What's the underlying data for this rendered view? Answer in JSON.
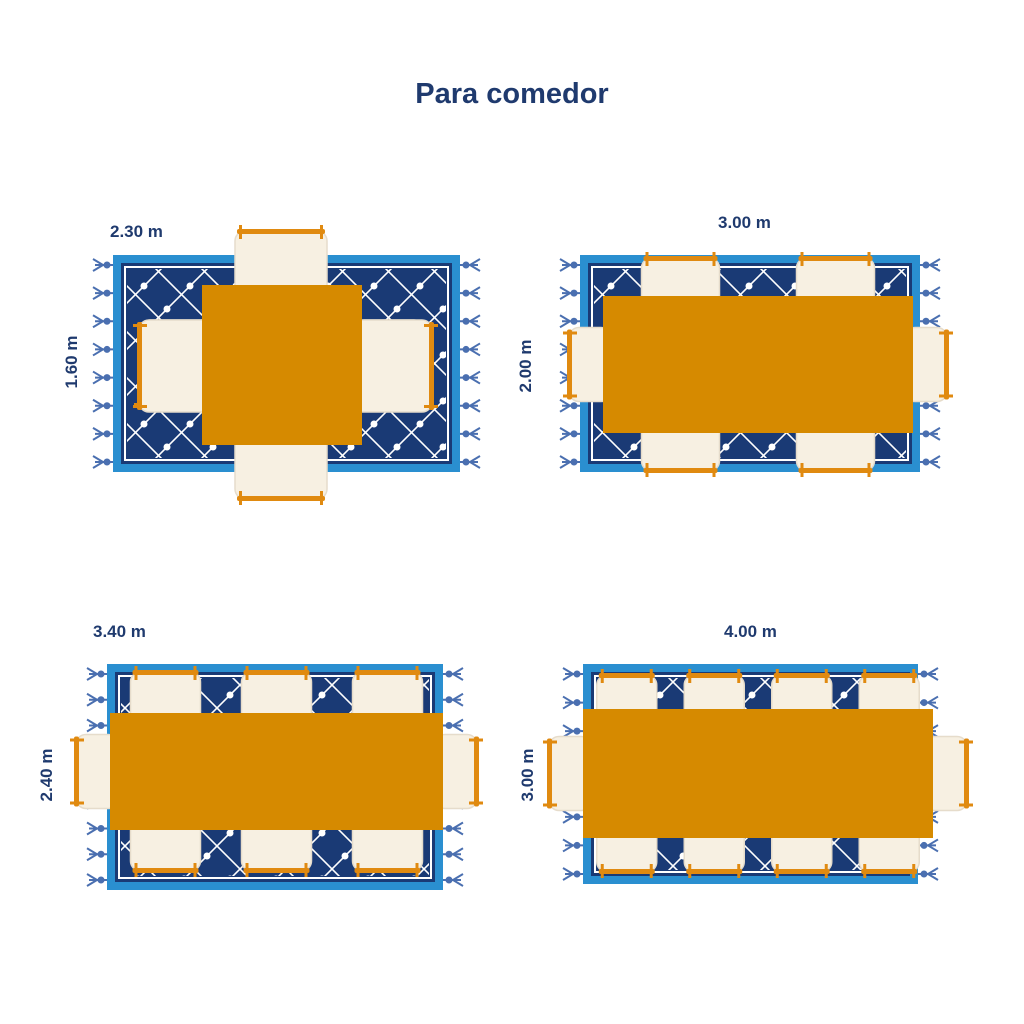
{
  "title": "Para comedor",
  "colors": {
    "navy": "#1e3f78",
    "rug_border": "#2a8fd0",
    "rug_inner": "#1a3a75",
    "line": "#ffffff",
    "table": "#d68a00",
    "chair": "#f7f0e2",
    "chair_edge": "#e6dccb",
    "chair_rail": "#e08a10",
    "tassel": "#4a6fb0",
    "text": "#1f3a6e"
  },
  "layouts": [
    {
      "width_label": "2.30 m",
      "height_label": "1.60 m",
      "chairs_per_side": 1
    },
    {
      "width_label": "3.00 m",
      "height_label": "2.00 m",
      "chairs_per_side": 2
    },
    {
      "width_label": "3.40 m",
      "height_label": "2.40 m",
      "chairs_per_side": 3
    },
    {
      "width_label": "4.00 m",
      "height_label": "3.00 m",
      "chairs_per_side": 4
    }
  ]
}
